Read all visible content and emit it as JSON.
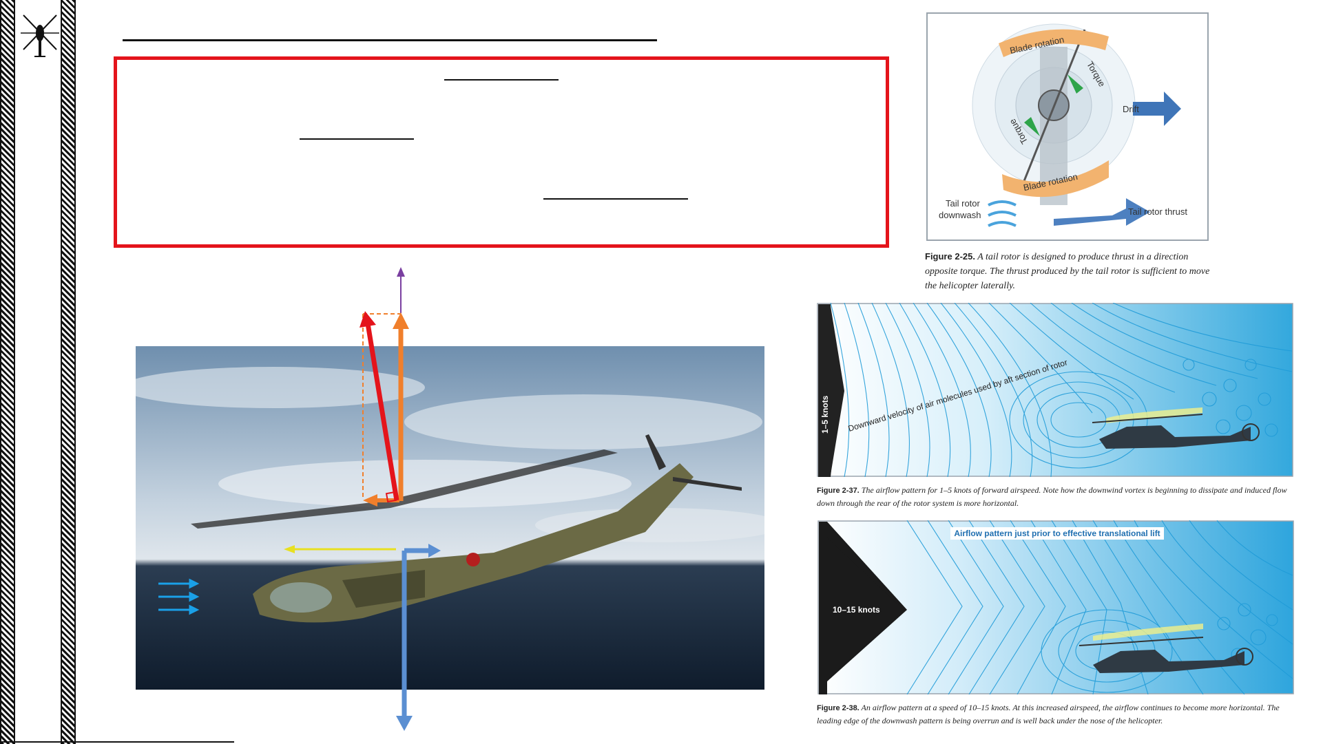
{
  "fig225": {
    "label_blade_rotation_top": "Blade rotation",
    "label_blade_rotation_bottom": "Blade rotation",
    "label_torque_top": "Torque",
    "label_torque_bottom": "Torque",
    "label_drift": "Drift",
    "label_tail_rotor_downwash": "Tail rotor downwash",
    "label_tail_rotor_thrust": "Tail rotor thrust",
    "caption_num": "Figure 2-25.",
    "caption_text": "A tail rotor is designed to produce thrust in a direction opposite torque. The thrust produced by the tail rotor is sufficient to move the helicopter laterally."
  },
  "fig237": {
    "speed_label": "1–5 knots",
    "flow_label": "Downward velocity of air molecules used by aft section of rotor",
    "caption_num": "Figure 2-37.",
    "caption_text": "The airflow pattern for 1–5 knots of forward airspeed. Note how the downwind vortex is beginning to dissipate and induced flow down through the rear of the rotor system is more horizontal."
  },
  "fig238": {
    "banner": "Airflow pattern just prior to effective translational lift",
    "speed_label": "10–15 knots",
    "caption_num": "Figure 2-38.",
    "caption_text": "An airflow pattern at a speed of 10–15 knots. At this increased airspeed, the airflow continues to become more horizontal. The leading edge of the downwash pattern is being overrun and is well back under the nose of the helicopter."
  },
  "colors": {
    "box_border": "#e4141b",
    "resultant_vector": "#e4141b",
    "lift_vector": "#f07f2c",
    "vertical_vector": "#7a3fa0",
    "weight_vector": "#5b8fd2",
    "drag_vector": "#e8e020",
    "wind_arrows": "#1aa0e8"
  },
  "icons": {
    "logo": "helicopter-silhouette-icon"
  }
}
